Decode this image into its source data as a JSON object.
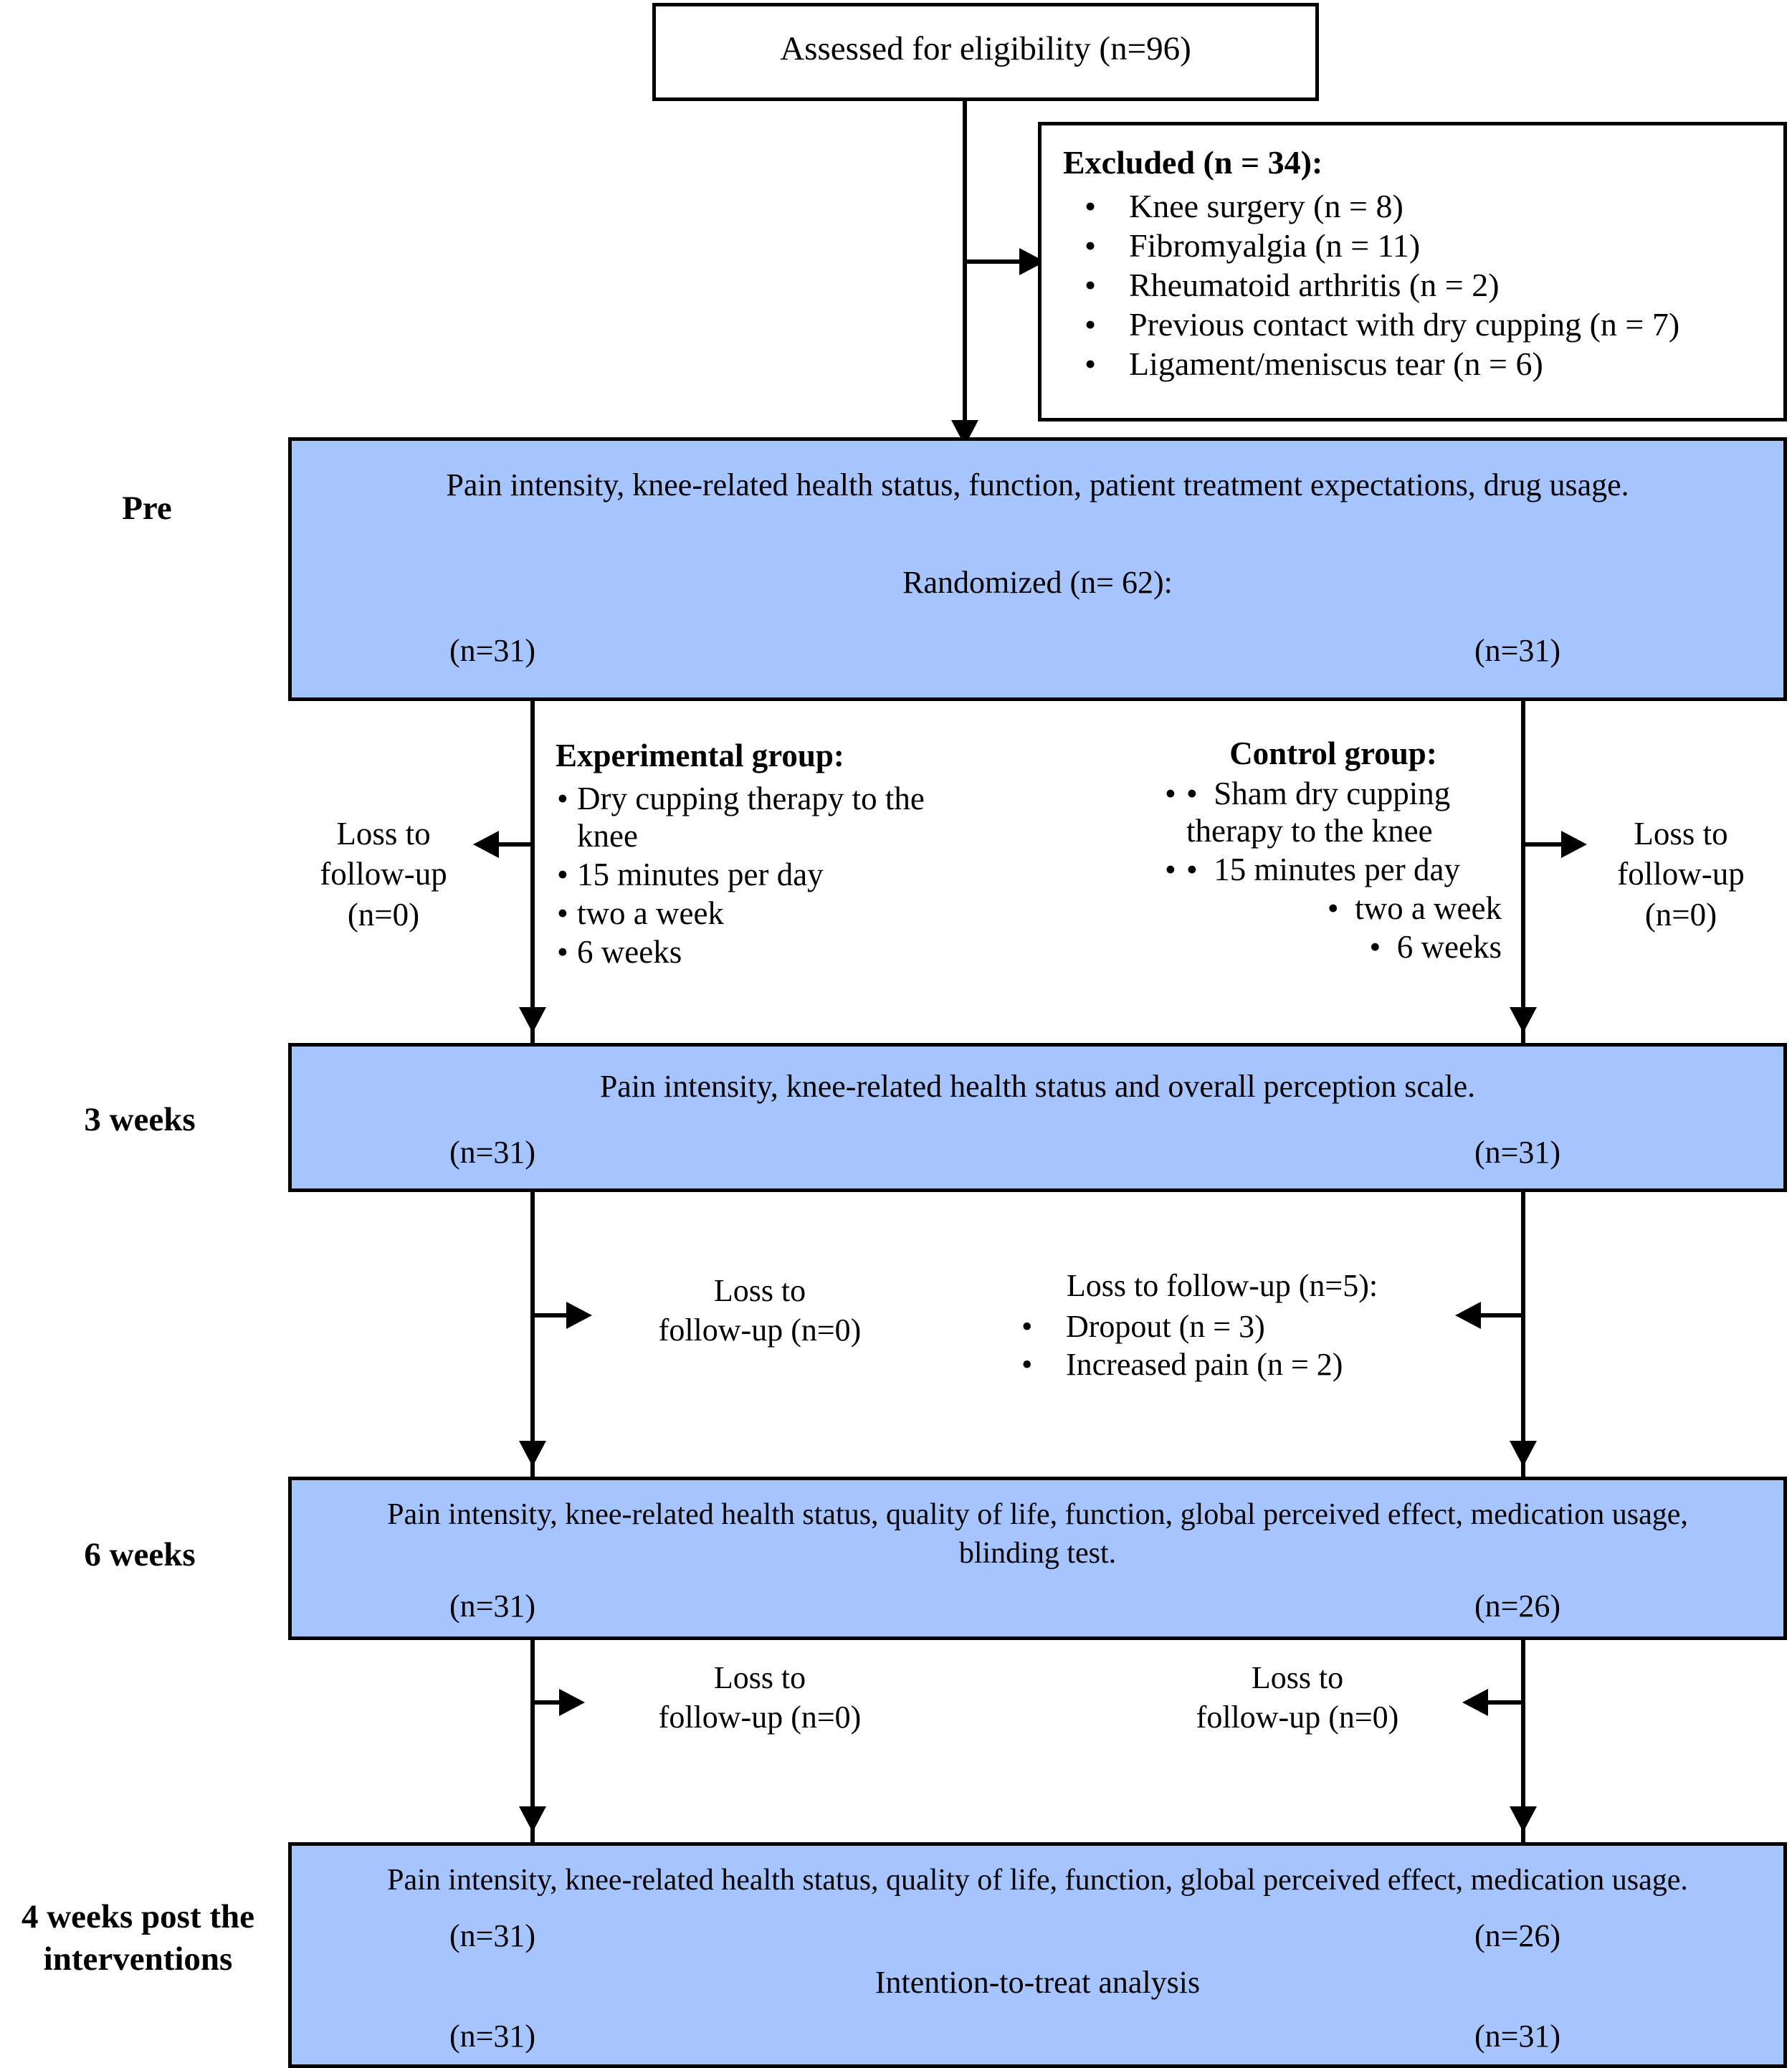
{
  "figure": {
    "type": "CONSORT participant flow diagram",
    "accent_blue": "#a6c4fd",
    "line_color": "#000000"
  },
  "eligibility_box": {
    "text": "Assessed for eligibility (n=96)"
  },
  "excluded_box": {
    "title": "Excluded (n = 34):",
    "items": [
      "Knee surgery (n = 8)",
      "Fibromyalgia (n = 11)",
      "Rheumatoid arthritis (n = 2)",
      "Previous contact with dry cupping (n = 7)",
      "Ligament/meniscus tear (n = 6)"
    ]
  },
  "stages": {
    "pre": "Pre",
    "three_weeks": "3 weeks",
    "six_weeks": "6 weeks",
    "four_weeks_post_line1": "4 weeks post the",
    "four_weeks_post_line2": "interventions"
  },
  "pre_box": {
    "measures": "Pain intensity, knee-related health status, function, patient treatment expectations, drug usage.",
    "randomized": "Randomized (n= 62):",
    "left_n": "(n=31)",
    "right_n": "(n=31)"
  },
  "experimental_group": {
    "title": "Experimental group:",
    "items": [
      "Dry cupping therapy to the knee",
      "15 minutes per day",
      "two a week",
      "6 weeks"
    ]
  },
  "control_group": {
    "title": "Control group:",
    "items": [
      "Sham dry cupping therapy to the knee",
      "15 minutes per day",
      "two a week",
      "6 weeks"
    ]
  },
  "loss_after_randomization": {
    "left": {
      "line1": "Loss to",
      "line2": "follow-up",
      "line3": "(n=0)"
    },
    "right": {
      "line1": "Loss to",
      "line2": "follow-up",
      "line3": "(n=0)"
    }
  },
  "three_weeks_box": {
    "measures": "Pain intensity, knee-related health status and overall perception scale.",
    "left_n": "(n=31)",
    "right_n": "(n=31)"
  },
  "loss_after_three_weeks": {
    "left": {
      "line1": "Loss to",
      "line2": "follow-up (n=0)"
    },
    "right": {
      "title": "Loss to follow-up (n=5):",
      "items": [
        "Dropout (n = 3)",
        "Increased pain (n = 2)"
      ]
    }
  },
  "six_weeks_box": {
    "measures_line1": "Pain intensity, knee-related health status, quality of life, function, global perceived effect, medication usage,",
    "measures_line2": "blinding test.",
    "left_n": "(n=31)",
    "right_n": "(n=26)"
  },
  "loss_after_six_weeks": {
    "left": {
      "line1": "Loss to",
      "line2": "follow-up (n=0)"
    },
    "right": {
      "line1": "Loss to",
      "line2": "follow-up (n=0)"
    }
  },
  "final_box": {
    "measures": "Pain intensity, knee-related health status, quality of life, function, global perceived effect, medication usage.",
    "left_n_top": "(n=31)",
    "right_n_top": "(n=26)",
    "analysis": "Intention-to-treat analysis",
    "left_n_bottom": "(n=31)",
    "right_n_bottom": "(n=31)"
  }
}
